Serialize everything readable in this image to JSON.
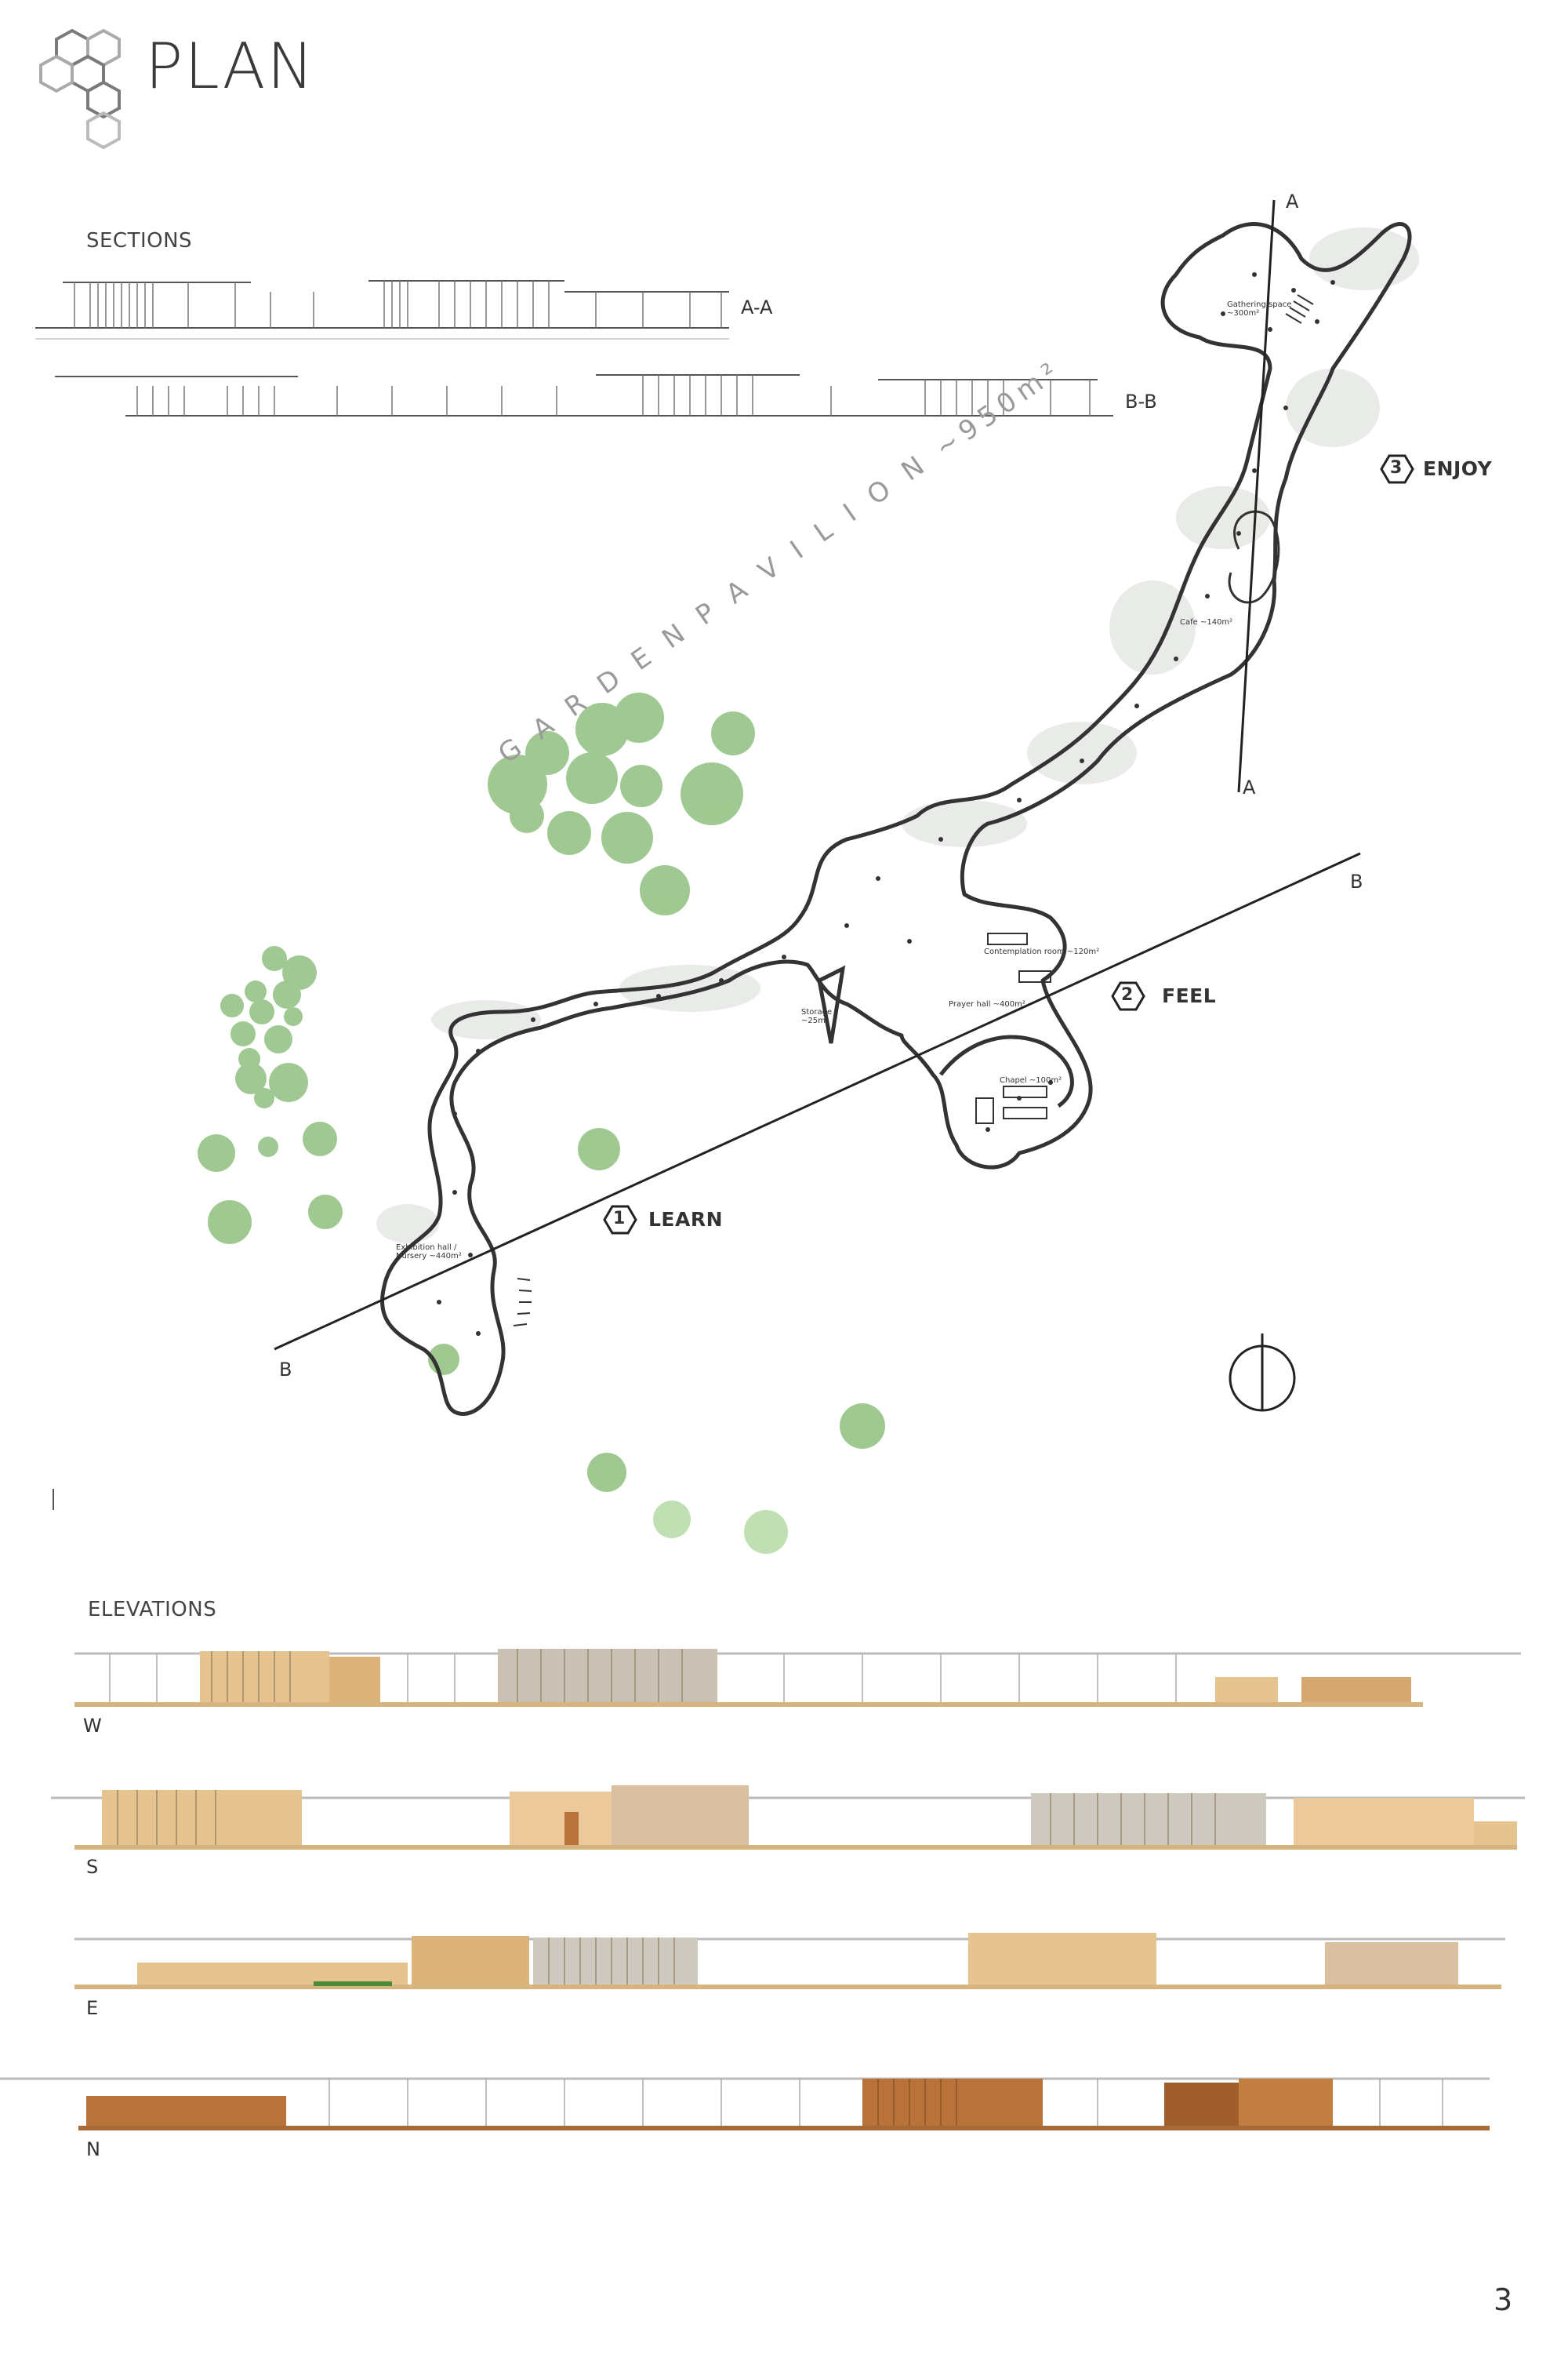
{
  "header": {
    "title": "PLAN",
    "logo_icon": "hexagon-cluster-icon"
  },
  "sections": {
    "label": "SECTIONS",
    "cuts": [
      {
        "label": "A-A"
      },
      {
        "label": "B-B"
      }
    ]
  },
  "plan": {
    "pavilion_label": "G A R D E N   P A V I L I O N ~950m²",
    "axes": [
      {
        "start_label": "A",
        "end_label": "A"
      },
      {
        "start_label": "B",
        "end_label": "B"
      }
    ],
    "zones": [
      {
        "number": "1",
        "label": "LEARN"
      },
      {
        "number": "2",
        "label": "FEEL"
      },
      {
        "number": "3",
        "label": "ENJOY"
      }
    ],
    "rooms": [
      {
        "label": "Gathering space ~300m²"
      },
      {
        "label": "Cafe ~140m²"
      },
      {
        "label": "Contemplation room ~120m²"
      },
      {
        "label": "Prayer hall ~400m²"
      },
      {
        "label": "Storage ~25m²"
      },
      {
        "label": "Chapel ~100m²"
      },
      {
        "label": "Exhibition hall / Nursery ~440m²"
      }
    ],
    "north_icon": "north-arrow-icon",
    "tree_color": "#8fbf7f",
    "plan_line_color": "#333333"
  },
  "elevations": {
    "label": "ELEVATIONS",
    "items": [
      {
        "label": "W"
      },
      {
        "label": "S"
      },
      {
        "label": "E"
      },
      {
        "label": "N"
      }
    ],
    "wood_color_light": "#e6c48f",
    "wood_color_dark": "#b8723a"
  },
  "footer": {
    "page_number": "3"
  }
}
